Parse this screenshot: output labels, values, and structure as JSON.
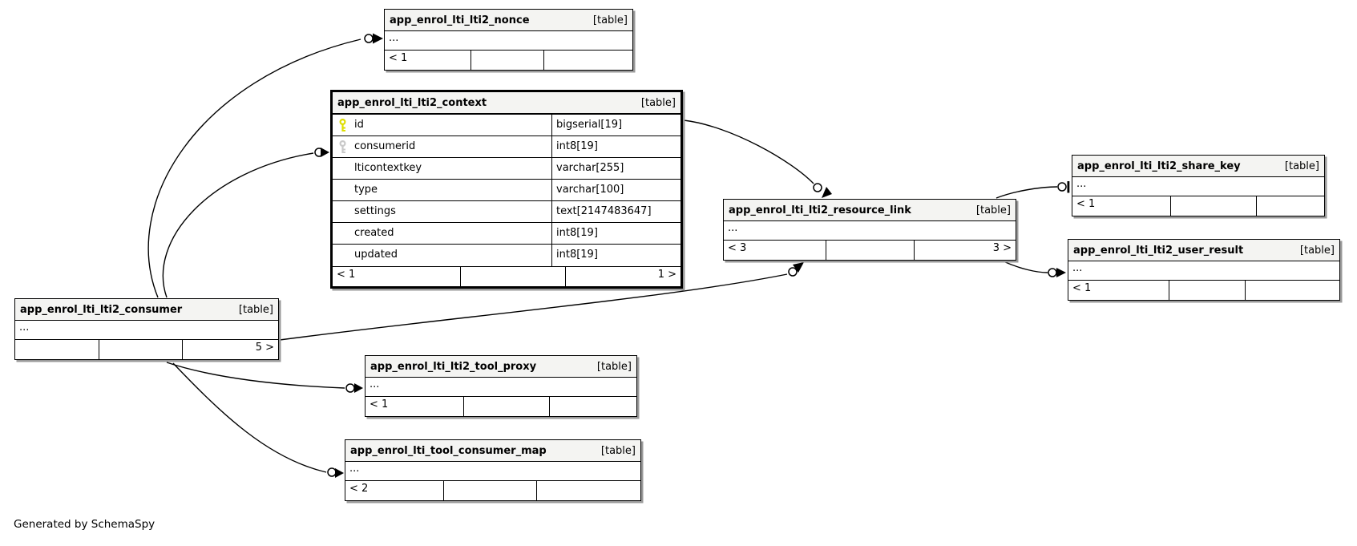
{
  "note": "Generated by SchemaSpy",
  "colors": {
    "primary_key": "#dede00",
    "foreign_key": "#c9c9c9",
    "header_bg": "#f4f4f2",
    "border": "#000000",
    "shadow": "#9a9a9a"
  },
  "tables": {
    "nonce": {
      "title": "app_enrol_lti_lti2_nonce",
      "tag": "[table]",
      "ellipsis": "...",
      "footer": {
        "left": "< 1"
      }
    },
    "context": {
      "title": "app_enrol_lti_lti2_context",
      "tag": "[table]",
      "columns": [
        {
          "name": "id",
          "type": "bigserial[19]",
          "key": "primary-key"
        },
        {
          "name": "consumerid",
          "type": "int8[19]",
          "key": "foreign-key"
        },
        {
          "name": "lticontextkey",
          "type": "varchar[255]",
          "key": ""
        },
        {
          "name": "type",
          "type": "varchar[100]",
          "key": ""
        },
        {
          "name": "settings",
          "type": "text[2147483647]",
          "key": ""
        },
        {
          "name": "created",
          "type": "int8[19]",
          "key": ""
        },
        {
          "name": "updated",
          "type": "int8[19]",
          "key": ""
        }
      ],
      "footer": {
        "left": "< 1",
        "right": "1 >"
      }
    },
    "resource_link": {
      "title": "app_enrol_lti_lti2_resource_link",
      "tag": "[table]",
      "ellipsis": "...",
      "footer": {
        "left": "< 3",
        "right": "3 >"
      }
    },
    "share_key": {
      "title": "app_enrol_lti_lti2_share_key",
      "tag": "[table]",
      "ellipsis": "...",
      "footer": {
        "left": "< 1"
      }
    },
    "user_result": {
      "title": "app_enrol_lti_lti2_user_result",
      "tag": "[table]",
      "ellipsis": "...",
      "footer": {
        "left": "< 1"
      }
    },
    "consumer": {
      "title": "app_enrol_lti_lti2_consumer",
      "tag": "[table]",
      "ellipsis": "...",
      "footer": {
        "right": "5 >"
      }
    },
    "tool_proxy": {
      "title": "app_enrol_lti_lti2_tool_proxy",
      "tag": "[table]",
      "ellipsis": "...",
      "footer": {
        "left": "< 1"
      }
    },
    "tool_consumer_map": {
      "title": "app_enrol_lti_tool_consumer_map",
      "tag": "[table]",
      "ellipsis": "...",
      "footer": {
        "left": "< 2"
      }
    }
  }
}
